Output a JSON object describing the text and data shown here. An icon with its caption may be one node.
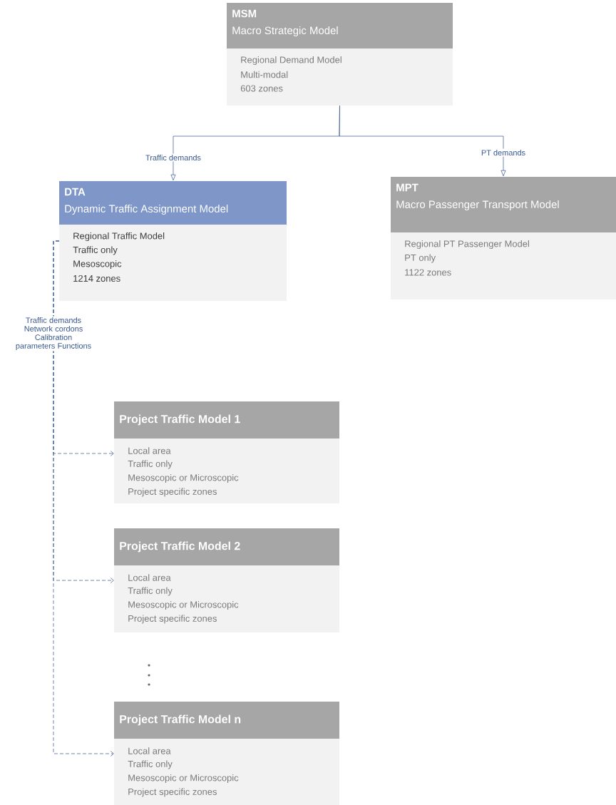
{
  "diagram": {
    "nodes": [
      {
        "text": [
          "MSM",
          "Macro Strategic Model",
          "Regional Demand Model",
          "Multi-modal",
          "603 zones"
        ]
      },
      {
        "text": [
          "DTA",
          "Dynamic Traffic Assignment Model",
          "Regional Traffic Model",
          "Traffic only",
          "Mesoscopic",
          "1214 zones"
        ]
      },
      {
        "text": [
          "MPT",
          "Macro Passenger Transport Model",
          "Regional PT Passenger Model",
          "PT only",
          "1122 zones"
        ]
      },
      {
        "text": [
          "Project Traffic Model 1",
          "Local area",
          "Traffic only",
          "Mesoscopic or Microscopic",
          "Project specific zones"
        ]
      },
      {
        "text": [
          "Project Traffic Model 2",
          "Local area",
          "Traffic only",
          "Mesoscopic or Microscopic",
          "Project specific zones"
        ]
      },
      {
        "text": [
          "Project Traffic Model n",
          "Local area",
          "Traffic only",
          "Mesoscopic or Microscopic",
          "Project specific zones"
        ]
      }
    ],
    "edges": [
      {
        "from": 0,
        "to": 1,
        "arrow": "to",
        "label": "Traffic demands"
      },
      {
        "from": 0,
        "to": 2,
        "arrow": "to",
        "label": "PT demands"
      },
      {
        "from": 1,
        "to": 3,
        "arrow": "to",
        "style": "dashed",
        "label": "Traffic demands Network cordons Calibration parameters Functions"
      },
      {
        "from": 1,
        "to": 4,
        "arrow": "to",
        "style": "dashed"
      },
      {
        "from": 1,
        "to": 5,
        "arrow": "to",
        "style": "dashed"
      }
    ]
  }
}
